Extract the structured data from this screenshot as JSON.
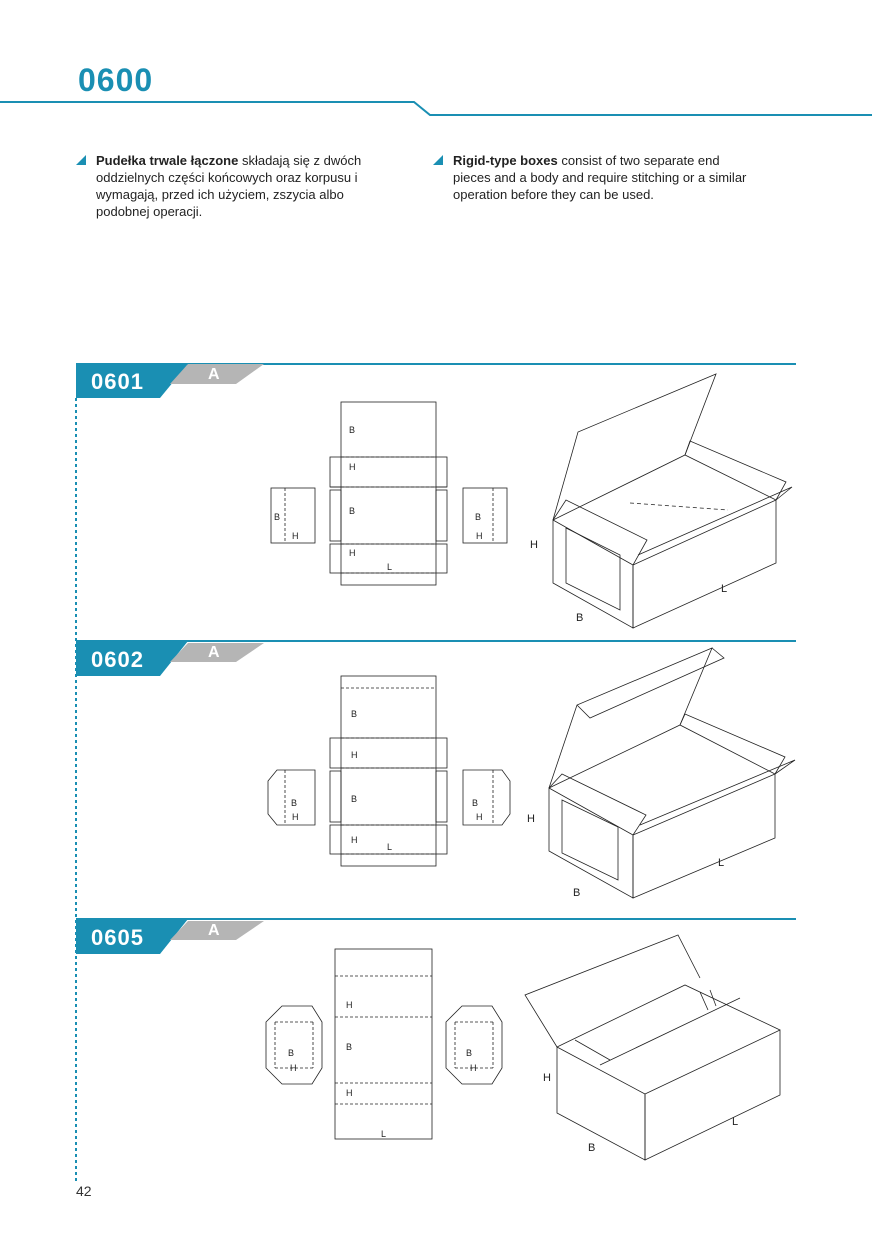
{
  "header": {
    "title": "0600"
  },
  "intro": {
    "pl": {
      "bold": "Pudełka trwale łączone",
      "text": " składają się z dwóch oddzielnych części końcowych oraz korpusu i wymagają, przed ich użyciem, zszycia albo podobnej operacji."
    },
    "en": {
      "bold": "Rigid-type boxes",
      "text": " consist of two separate end pieces and a body and require stitching or a similar operation before they can be used."
    }
  },
  "sections": [
    {
      "code": "0601",
      "badge": "A"
    },
    {
      "code": "0602",
      "badge": "A"
    },
    {
      "code": "0605",
      "badge": "A"
    }
  ],
  "labels": {
    "H": "H",
    "B": "B",
    "L": "L"
  },
  "colors": {
    "accent": "#1a8fb3",
    "badge_gray": "#b5b5b5",
    "line": "#222222"
  },
  "footer": {
    "page_number": "42"
  }
}
